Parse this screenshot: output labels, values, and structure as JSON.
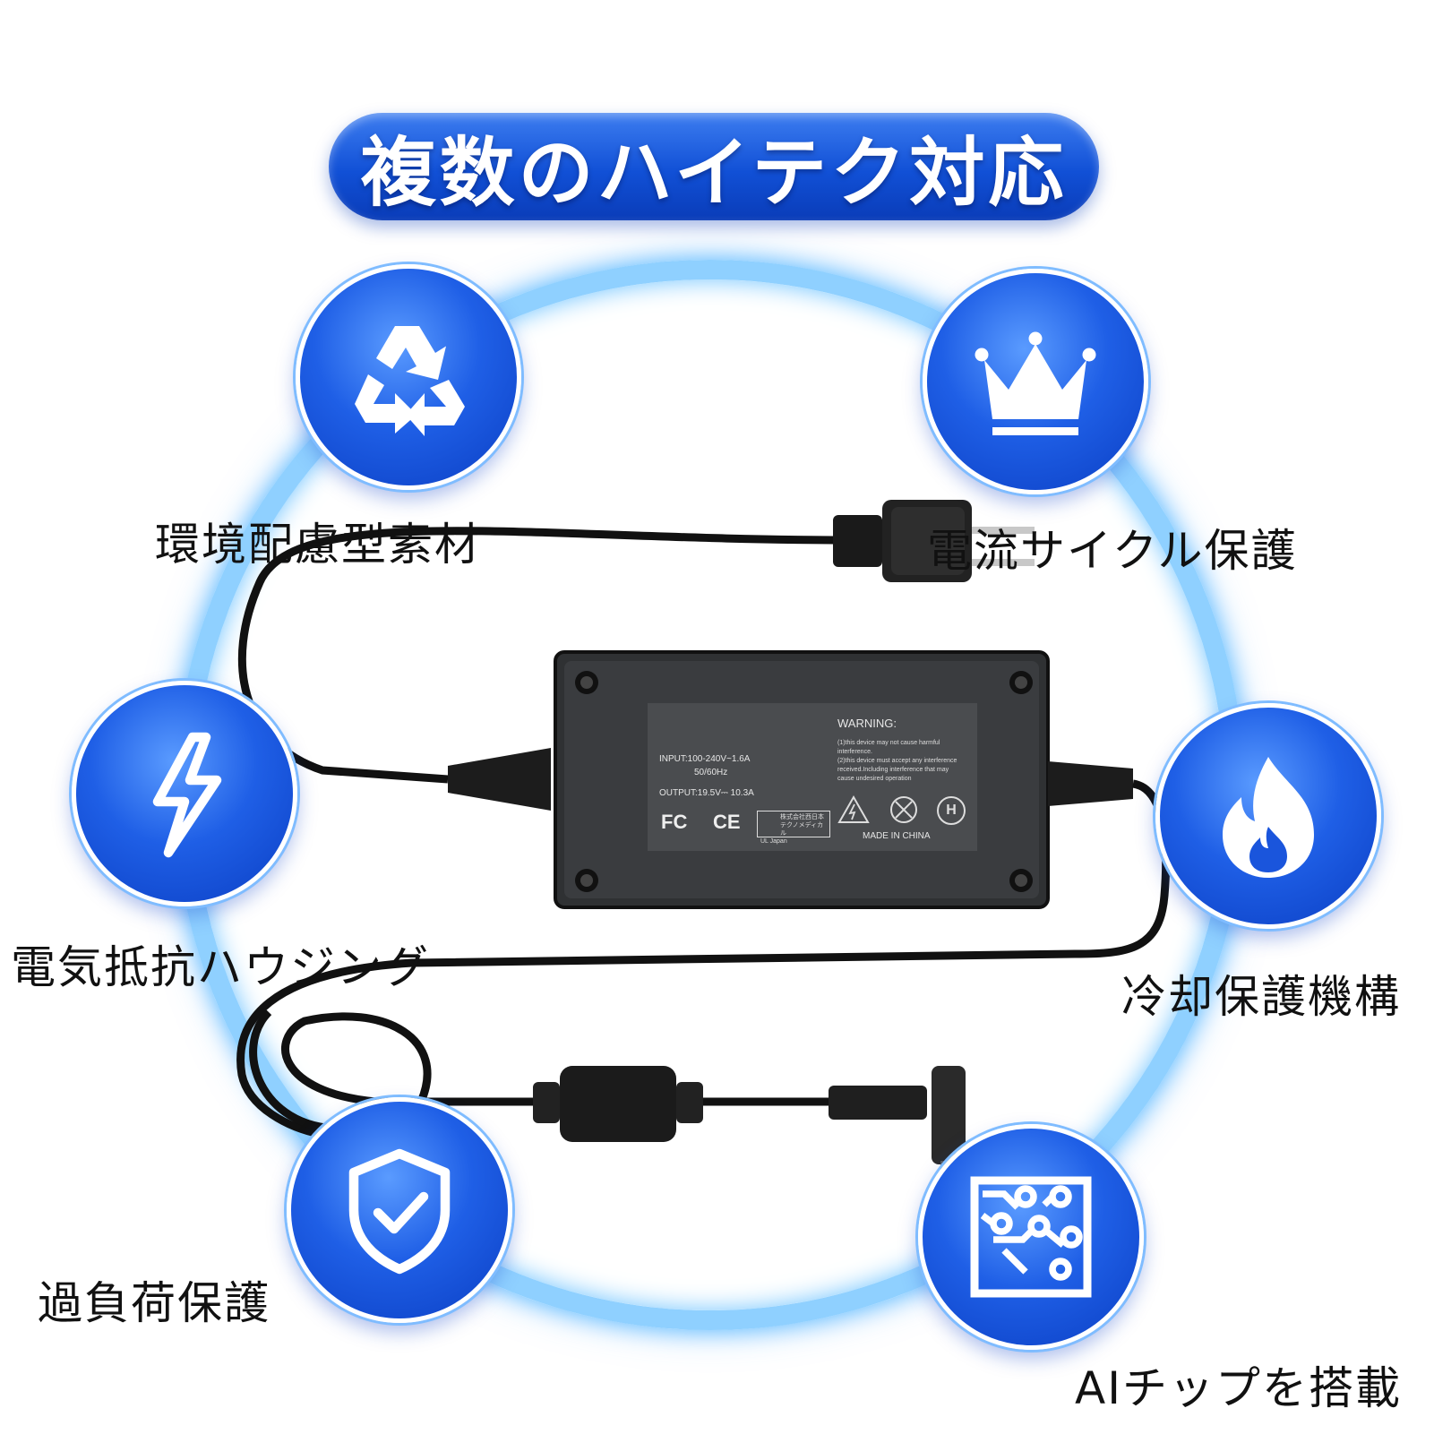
{
  "title": "複数のハイテク対応",
  "features": [
    {
      "label": "環境配慮型素材",
      "icon": "recycle-icon"
    },
    {
      "label": "電流サイクル保護",
      "icon": "crown-icon"
    },
    {
      "label": "電気抵抗ハウジング",
      "icon": "lightning-icon"
    },
    {
      "label": "冷却保護機構",
      "icon": "flame-icon"
    },
    {
      "label": "過負荷保護",
      "icon": "shield-check-icon"
    },
    {
      "label": "AIチップを搭載",
      "icon": "ai-chip-icon"
    }
  ],
  "adapter_label": {
    "warning": "WARNING:",
    "warning_line1": "(1)this device may not cause harmful",
    "warning_line2": "interference.",
    "warning_line3": "(2)this device must accept any interference",
    "warning_line4": "received.Including interference that may",
    "warning_line5": "cause undesired operation",
    "input": "INPUT:100-240V~1.6A",
    "input_freq": "50/60Hz",
    "output": "OUTPUT:19.5V⎓ 10.3A",
    "fc": "FC",
    "ce": "CE",
    "ul_company_line1": "株式会社西日本",
    "ul_company_line2": "テクノメディカル",
    "ul_mark": "UL Japan",
    "made_in": "MADE IN CHINA",
    "h_mark": "H"
  },
  "colors": {
    "accent": "#1150d6",
    "ring": "#8fd0ff"
  }
}
